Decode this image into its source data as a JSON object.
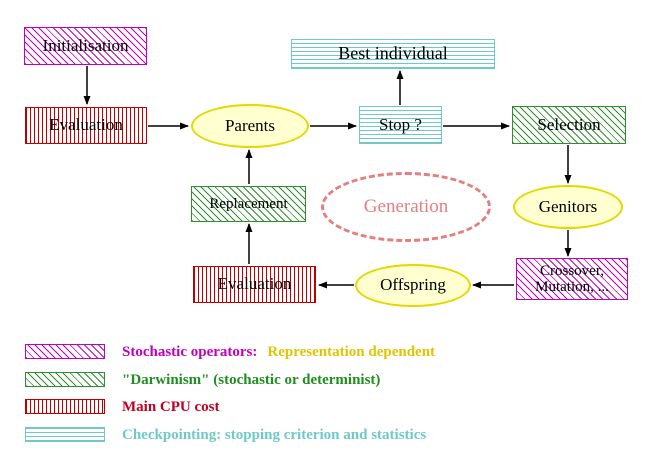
{
  "nodes": {
    "initialisation": "Initialisation",
    "evaluation_top": "Evaluation",
    "parents": "Parents",
    "best_individual": "Best individual",
    "stop": "Stop ?",
    "selection": "Selection",
    "genitors": "Genitors",
    "crossover_line1": "Crossover,",
    "crossover_line2": "Mutation, ...",
    "offspring": "Offspring",
    "evaluation_bottom": "Evaluation",
    "replacement": "Replacement",
    "generation": "Generation"
  },
  "legend": {
    "stochastic_label": "Stochastic operators:",
    "stochastic_extra": "Representation dependent",
    "darwinism_label": "\"Darwinism\" (stochastic or determinist)",
    "cpu_label": "Main CPU cost",
    "checkpoint_label": "Checkpointing: stopping criterion and statistics"
  },
  "colors": {
    "magenta": "#bf00bf",
    "red": "#bf0000",
    "green": "#2f8f2f",
    "cyan": "#6fc9c9",
    "yellow_ellipse_border": "#e3d800",
    "yellow_ellipse_fill": "#ffffd0",
    "yellow_text": "#e0c400",
    "generation_salmon": "#e57f7f",
    "arrow": "#000000"
  }
}
